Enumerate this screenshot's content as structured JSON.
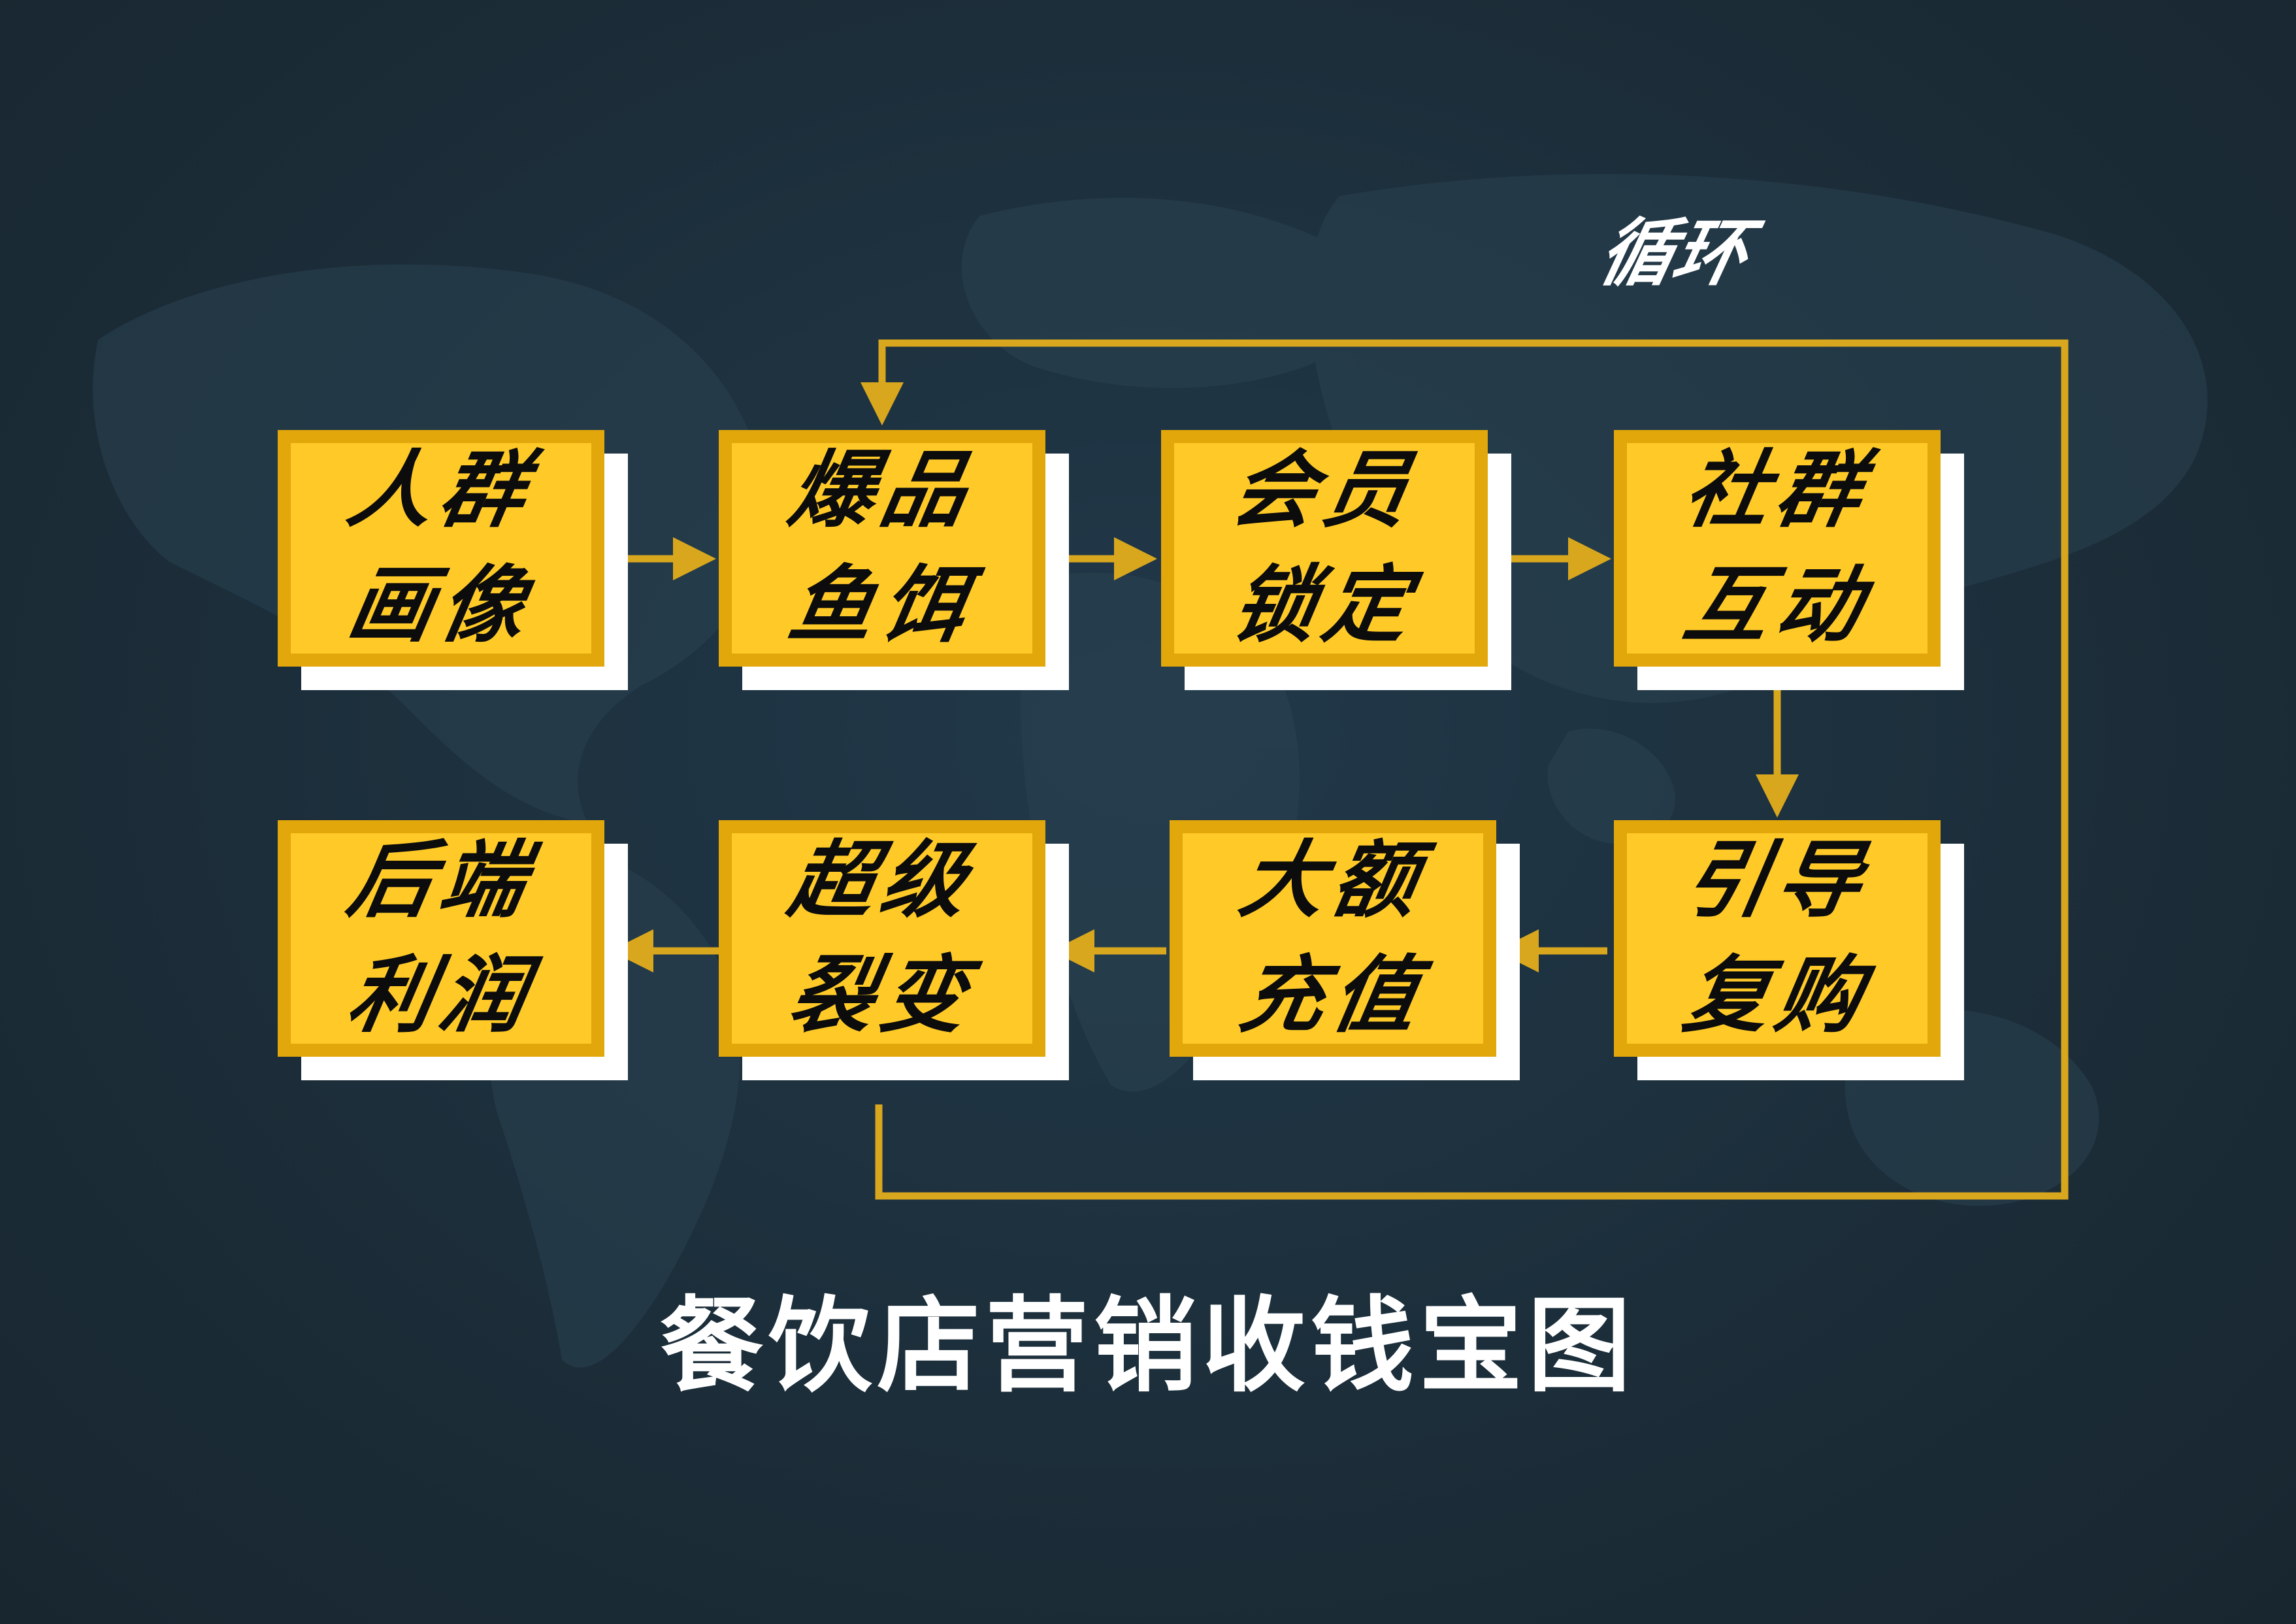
{
  "title": "餐饮店营销收钱宝图",
  "loop_label": "循环",
  "colors": {
    "background": "#1c2e3a",
    "box_fill": "#ffca28",
    "box_border": "#e2a70a",
    "box_shadow": "#ffffff",
    "connector": "#d9a71d",
    "box_text": "#0c0c0c",
    "title_text": "#ffffff"
  },
  "nodes": [
    {
      "id": "crowd-portrait",
      "line1": "人群",
      "line2": "画像"
    },
    {
      "id": "hot-item-bait",
      "line1": "爆品",
      "line2": "鱼饵"
    },
    {
      "id": "member-lock",
      "line1": "会员",
      "line2": "锁定"
    },
    {
      "id": "community-interaction",
      "line1": "社群",
      "line2": "互动"
    },
    {
      "id": "guide-repurchase",
      "line1": "引导",
      "line2": "复购"
    },
    {
      "id": "large-recharge",
      "line1": "大额",
      "line2": "充值"
    },
    {
      "id": "super-fission",
      "line1": "超级",
      "line2": "裂变"
    },
    {
      "id": "backend-profit",
      "line1": "后端",
      "line2": "利润"
    }
  ],
  "edges": [
    {
      "from": "crowd-portrait",
      "to": "hot-item-bait"
    },
    {
      "from": "hot-item-bait",
      "to": "member-lock"
    },
    {
      "from": "member-lock",
      "to": "community-interaction"
    },
    {
      "from": "community-interaction",
      "to": "guide-repurchase"
    },
    {
      "from": "guide-repurchase",
      "to": "large-recharge"
    },
    {
      "from": "large-recharge",
      "to": "super-fission"
    },
    {
      "from": "super-fission",
      "to": "backend-profit"
    },
    {
      "from": "super-fission",
      "to": "hot-item-bait",
      "label": "循环"
    }
  ]
}
